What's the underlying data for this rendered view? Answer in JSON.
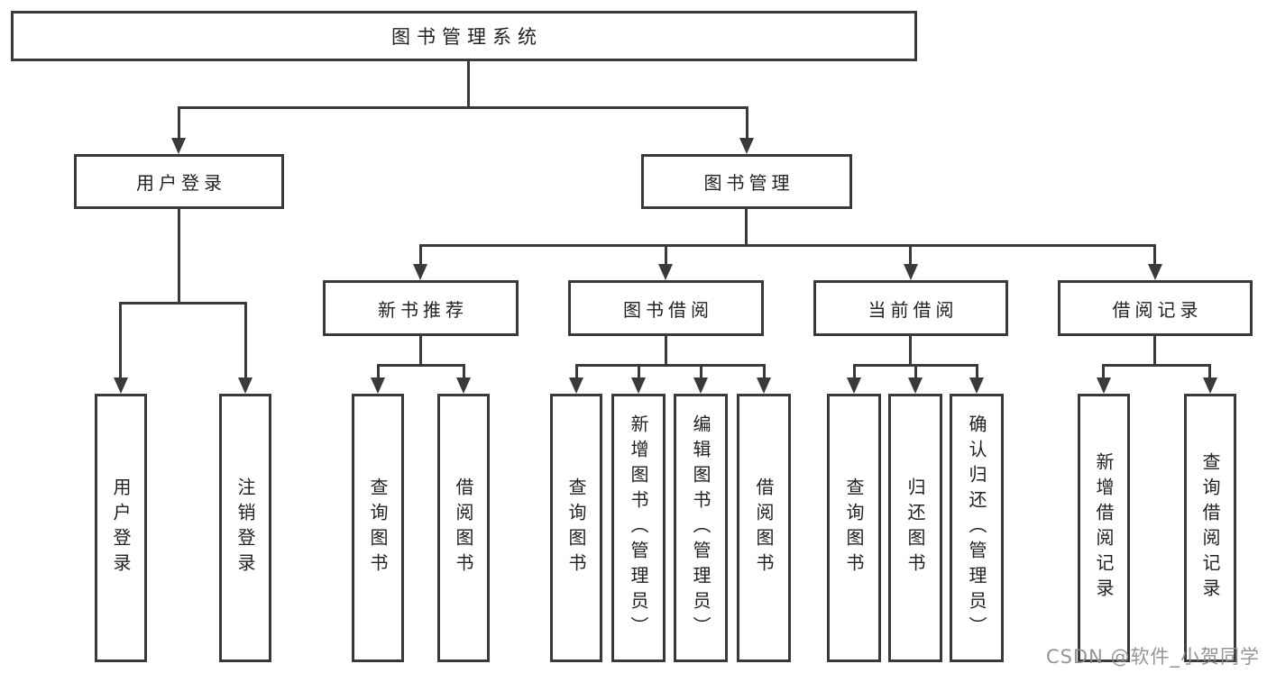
{
  "diagram": {
    "title": "图书管理系统",
    "branches": [
      {
        "label": "用户登录",
        "children": [
          {
            "label": "用户登录"
          },
          {
            "label": "注销登录"
          }
        ]
      },
      {
        "label": "图书管理",
        "children": [
          {
            "label": "新书推荐",
            "children": [
              {
                "label": "查询图书"
              },
              {
                "label": "借阅图书"
              }
            ]
          },
          {
            "label": "图书借阅",
            "children": [
              {
                "label": "查询图书"
              },
              {
                "label": "新增图书（管理员）"
              },
              {
                "label": "编辑图书（管理员）"
              },
              {
                "label": "借阅图书"
              }
            ]
          },
          {
            "label": "当前借阅",
            "children": [
              {
                "label": "查询图书"
              },
              {
                "label": "归还图书"
              },
              {
                "label": "确认归还（管理员）"
              }
            ]
          },
          {
            "label": "借阅记录",
            "children": [
              {
                "label": "新增借阅记录"
              },
              {
                "label": "查询借阅记录"
              }
            ]
          }
        ]
      }
    ]
  },
  "watermark": {
    "text": "CSDN @软件_小贺同学"
  },
  "colors": {
    "line": "#3A3A3A",
    "box_background": "#FFFFFF",
    "text": "#222222",
    "watermark_text": "#8C8C8C",
    "background": "#FFFFFF"
  }
}
